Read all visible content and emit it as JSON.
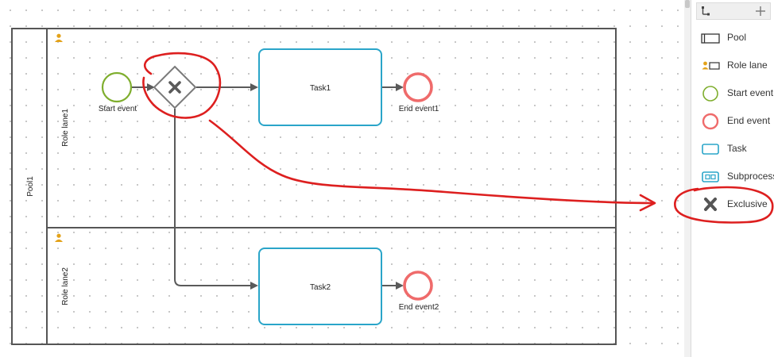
{
  "diagram": {
    "pool_label": "Pool1",
    "lanes": [
      {
        "label": "Role lane1"
      },
      {
        "label": "Role lane2"
      }
    ],
    "start_event_label": "Start event",
    "task1_label": "Task1",
    "task2_label": "Task2",
    "end_event1_label": "End event1",
    "end_event2_label": "End event2"
  },
  "palette": {
    "items": [
      {
        "label": "Pool",
        "icon": "pool-icon"
      },
      {
        "label": "Role lane",
        "icon": "role-lane-icon"
      },
      {
        "label": "Start event",
        "icon": "start-event-icon"
      },
      {
        "label": "End event",
        "icon": "end-event-icon"
      },
      {
        "label": "Task",
        "icon": "task-icon"
      },
      {
        "label": "Subprocess",
        "icon": "subprocess-icon"
      },
      {
        "label": "Exclusive",
        "icon": "exclusive-gateway-icon"
      }
    ]
  },
  "colors": {
    "start_event": "#7fae2e",
    "end_event": "#ef6b6b",
    "task": "#2aa5c9",
    "role_icon": "#e3a21a",
    "annotation": "#dd1f1f",
    "pool_border": "#555555"
  }
}
